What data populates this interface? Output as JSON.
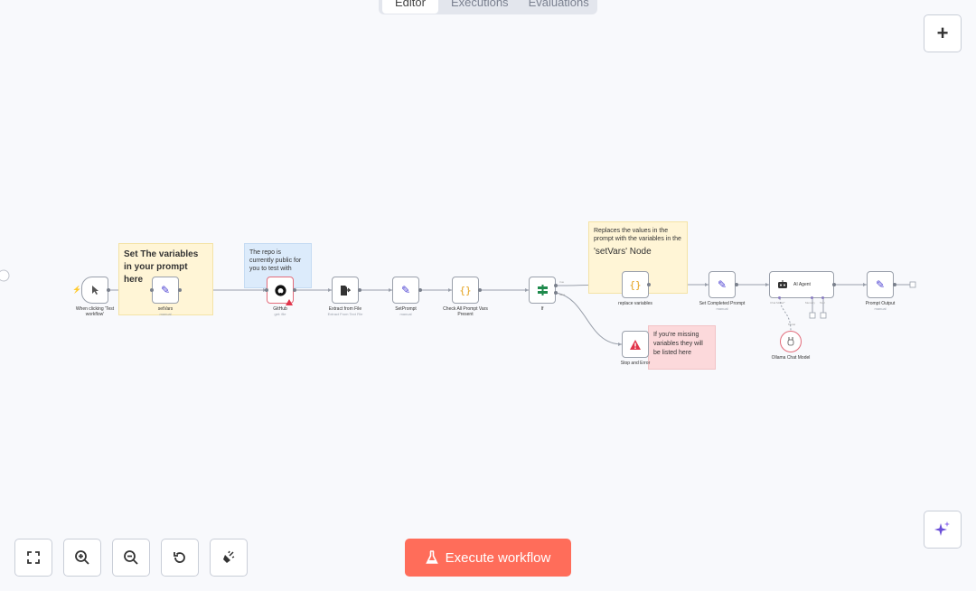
{
  "tabs": [
    "Editor",
    "Executions",
    "Evaluations"
  ],
  "notes": {
    "set_vars": "Set The variables in your prompt here",
    "repo": "The repo is currently public for you to test with",
    "replace_small": "Replaces the values in the prompt with the variables in the",
    "replace_big": "'setVars' Node",
    "missing": "If you're missing variables they will be listed here"
  },
  "nodes": {
    "trigger": "When clicking 'Test workflow'",
    "setvars": "setVars",
    "setvars_sub": "manual",
    "github": "GitHub",
    "github_sub": "get: file",
    "extract": "Extract from File",
    "extract_sub": "Extract From Text File",
    "setprompt": "SetPrompt",
    "setprompt_sub": "manual",
    "check": "Check All Prompt Vars Present",
    "if": "If",
    "replace": "replace variables",
    "completed": "Set Completed Prompt",
    "completed_sub": "manual",
    "agent": "AI Agent",
    "agent_chat": "Chat Model*",
    "agent_memory": "Memory",
    "agent_tool": "Tool",
    "output": "Prompt Output",
    "output_sub": "manual",
    "stop": "Stop and Error",
    "ollama": "Ollama Chat Model",
    "model_conn": "Model"
  },
  "if_branches": {
    "true": "true",
    "false": "false"
  },
  "execute_label": "Execute workflow",
  "icons": {
    "add": "plus-icon",
    "ai": "sparkle-icon",
    "fit": "fit-view-icon",
    "zoom_in": "zoom-in-icon",
    "zoom_out": "zoom-out-icon",
    "reset": "reset-zoom-icon",
    "tidy": "tidy-up-icon",
    "flask": "flask-icon"
  },
  "colors": {
    "accent": "#ff6d5a",
    "sticky_yellow": "#fff5d6",
    "sticky_blue": "#dcebfb",
    "sticky_pink": "#fcd9db",
    "node_pen": "#4a3fd1"
  }
}
